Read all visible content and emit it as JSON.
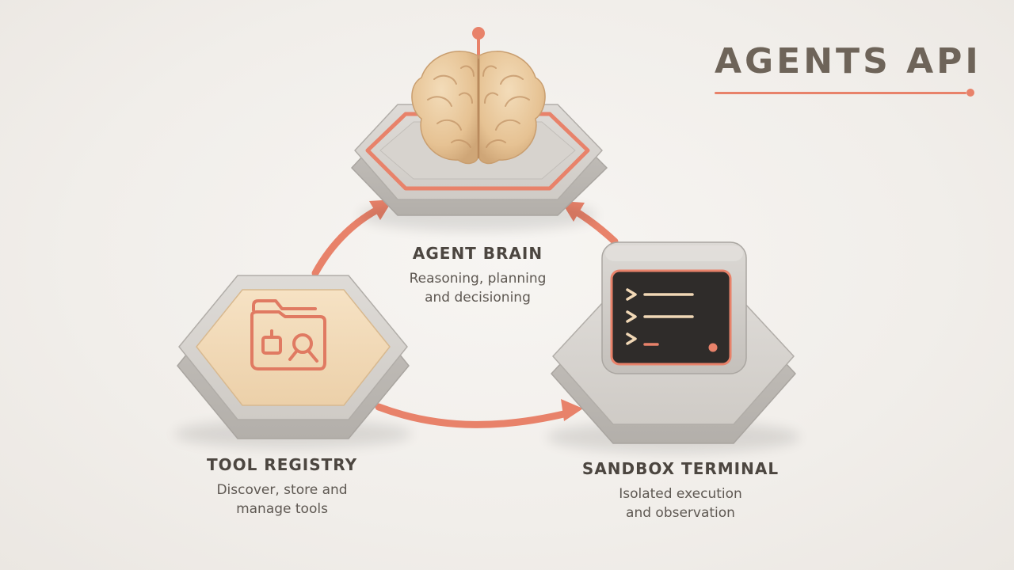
{
  "title": "AGENTS API",
  "colors": {
    "accent": "#e8826a",
    "platform": "#d3d0cc",
    "platform_dark": "#b9b5b0",
    "brain": "#e9c9a0",
    "tool_face": "#f1d8b6",
    "terminal_screen": "#2f2c2a",
    "terminal_text": "#f1d8b6"
  },
  "nodes": {
    "brain": {
      "name": "AGENT BRAIN",
      "description": "Reasoning, planning\nand decisioning",
      "icon": "brain-icon"
    },
    "tools": {
      "name": "TOOL REGISTRY",
      "description": "Discover, store and\nmanage tools",
      "icon": "folder-search-icon"
    },
    "sandbox": {
      "name": "SANDBOX TERMINAL",
      "description": "Isolated execution\nand observation",
      "icon": "terminal-icon"
    }
  },
  "edges": [
    {
      "from": "tools",
      "to": "brain"
    },
    {
      "from": "sandbox",
      "to": "brain"
    },
    {
      "from": "tools",
      "to": "sandbox"
    }
  ]
}
